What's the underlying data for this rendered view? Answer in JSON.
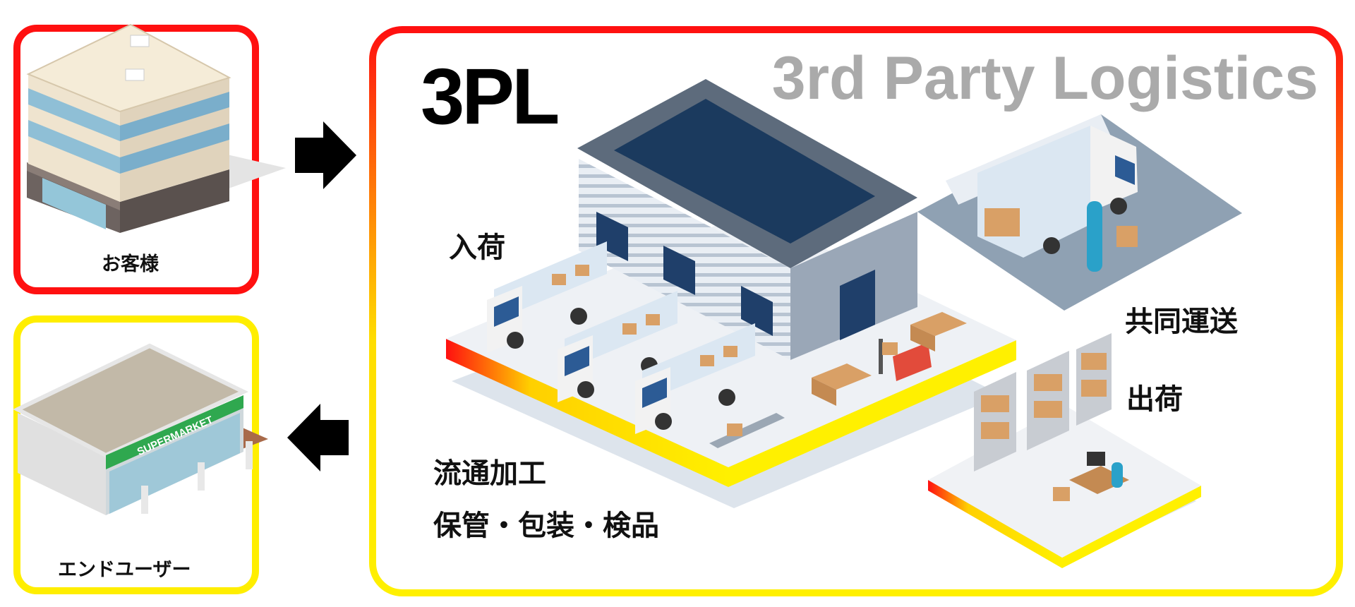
{
  "diagram": {
    "title": "3PL",
    "subtitle": "3rd Party Logistics",
    "nodes": {
      "customer": {
        "label": "お客様"
      },
      "end_user": {
        "label": "エンドユーザー"
      }
    },
    "areas": {
      "inbound": "入荷",
      "joint_delivery": "共同運送",
      "outbound": "出荷",
      "processing": "流通加工",
      "services": "保管・包装・検品"
    },
    "supermarket_sign": "SUPERMARKET",
    "flow": [
      {
        "from": "お客様",
        "to": "3PL",
        "direction": "right"
      },
      {
        "from": "3PL",
        "to": "エンドユーザー",
        "direction": "left"
      }
    ],
    "colors": {
      "frame_top": "#ff1010",
      "frame_bottom": "#fff000",
      "arrow": "#000000",
      "subtitle_text": "#aaaaaa",
      "warehouse_roof": "#1b3a5e",
      "truck_cab": "#f2f2f2",
      "box": "#d9a066"
    }
  }
}
